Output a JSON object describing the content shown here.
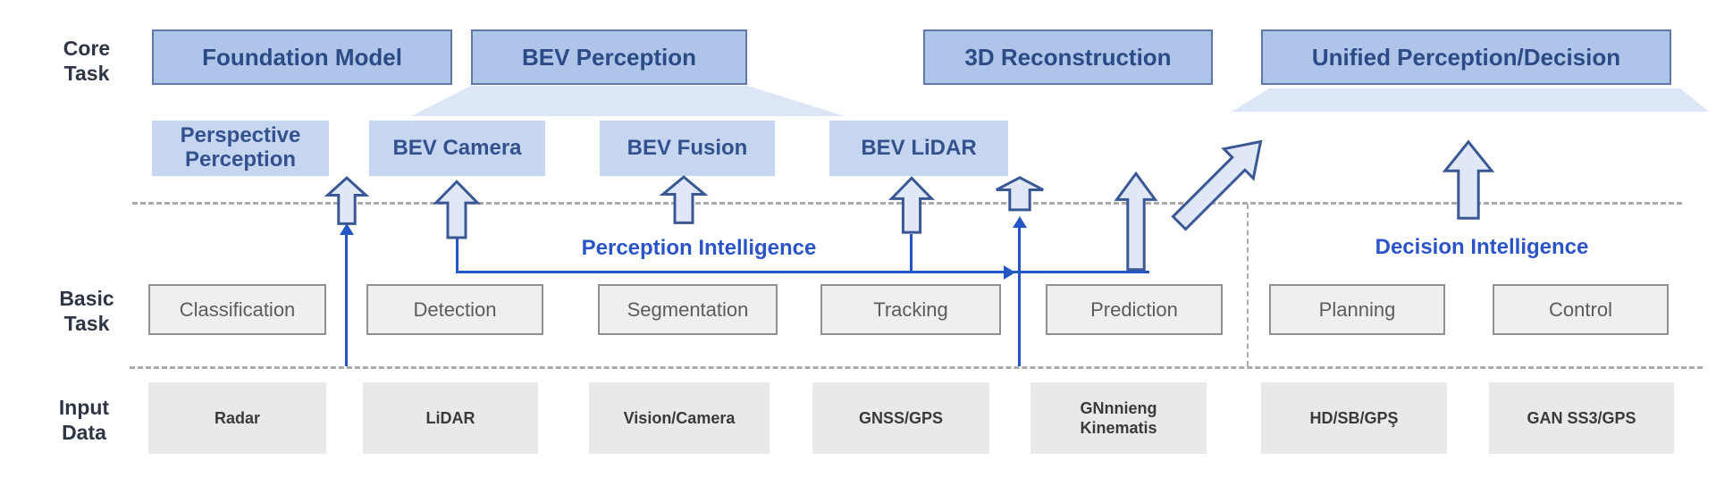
{
  "diagram": {
    "row_labels": [
      {
        "id": "core",
        "line1": "Core",
        "line2": "Task"
      },
      {
        "id": "basic",
        "line1": "Basic",
        "line2": "Task"
      },
      {
        "id": "input",
        "line1": "Input",
        "line2": "Data"
      }
    ],
    "core_tasks": [
      {
        "label": "Foundation Model"
      },
      {
        "label": "BEV Perception"
      },
      {
        "label": "3D Reconstruction"
      },
      {
        "label": "Unified Perception/Decision"
      }
    ],
    "sub_tasks": [
      {
        "line1": "Perspective",
        "line2": "Perception"
      },
      {
        "label": "BEV Camera"
      },
      {
        "label": "BEV Fusion"
      },
      {
        "label": "BEV LiDAR"
      }
    ],
    "annotations": {
      "perception": "Perception Intelligence",
      "decision": "Decision Intelligence"
    },
    "basic_tasks": [
      {
        "label": "Classification"
      },
      {
        "label": "Detection"
      },
      {
        "label": "Segmentation"
      },
      {
        "label": "Tracking"
      },
      {
        "label": "Prediction"
      },
      {
        "label": "Planning"
      },
      {
        "label": "Control"
      }
    ],
    "input_data": [
      {
        "label": "Radar"
      },
      {
        "label": "LiDAR"
      },
      {
        "label": "Vision/Camera"
      },
      {
        "label": "GNSS/GPS"
      },
      {
        "line1": "GNnnieng",
        "line2": "Kinematis"
      },
      {
        "label": "HD/SB/GPŞ"
      },
      {
        "label": "GAN SS3/GPS"
      }
    ],
    "colors": {
      "core_box_fill": "#aec4e9",
      "core_box_border": "#5e78a8",
      "core_box_text": "#2c4a85",
      "sub_box_fill": "#c6d5f0",
      "sub_box_text": "#33518d",
      "trapezoid_fill": "#dce6f6",
      "block_arrow_fill": "#e0e8f7",
      "block_arrow_stroke": "#3a5894",
      "connector_blue": "#2457c5",
      "annotation_blue": "#2b55c7",
      "dashed_line_gray": "#ababab",
      "basic_box_fill": "#efefef",
      "basic_box_border": "#909090",
      "basic_box_text": "#5c5c5c",
      "input_box_fill": "#e9e9e9",
      "input_box_text": "#3a3a3a",
      "row_label_text": "#2e3544",
      "background": "#ffffff"
    }
  }
}
